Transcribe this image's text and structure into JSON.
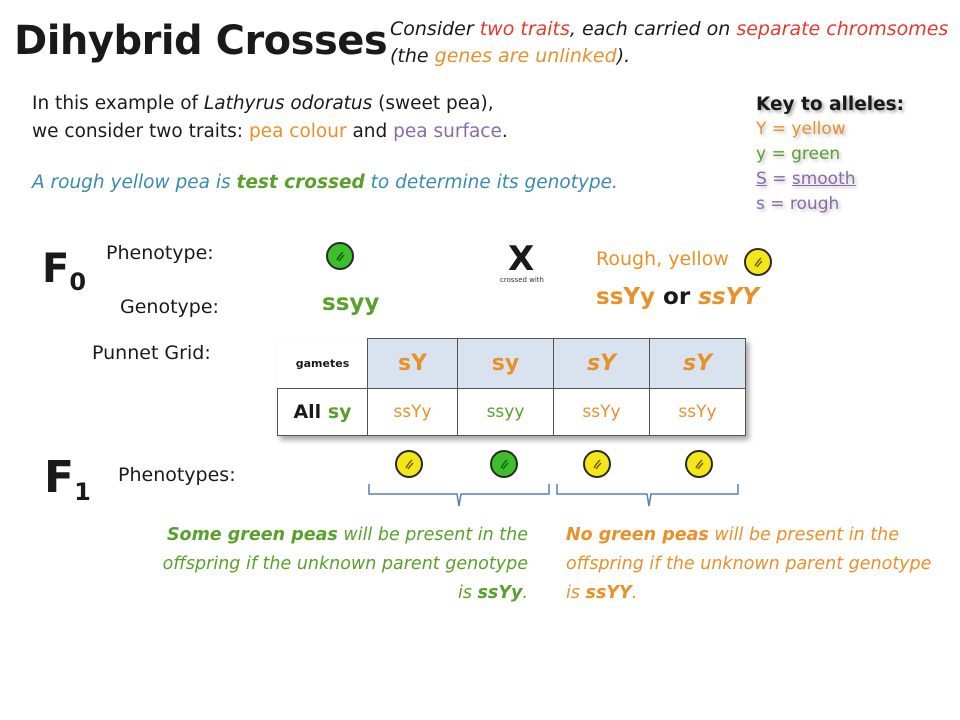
{
  "title": "Dihybrid Crosses",
  "top_note": {
    "p1": "Consider ",
    "p2": "two traits",
    "p3": ", each carried on ",
    "p4": "separate chromsomes",
    "p5": " (the ",
    "p6": "genes are unlinked",
    "p7": ")."
  },
  "intro": {
    "p1": "In this example of ",
    "p2": "Lathyrus odoratus",
    "p3": " (sweet pea),",
    "p4": "we consider two traits: ",
    "p5": "pea colour",
    "p6": " and ",
    "p7": "pea surface",
    "p8": "."
  },
  "test_line": {
    "p1": "A rough yellow pea is ",
    "p2": "test crossed",
    "p3": " to determine its genotype."
  },
  "key": {
    "header": "Key to alleles:",
    "y_upper": "Y = yellow",
    "y_lower": "y = green",
    "s_upper_a": "S",
    "s_upper_b": " = ",
    "s_upper_c": "smooth",
    "s_lower": "s = rough"
  },
  "f0": {
    "label": "F",
    "sub": "0",
    "phenotype_label": "Phenotype:",
    "genotype_label": "Genotype:",
    "genotype_known": "ssyy",
    "crossed_with": "crossed with",
    "unknown_pheno": "Rough, yellow",
    "geno_opt1": "ssYy",
    "geno_or": " or ",
    "geno_opt2": "ssYY"
  },
  "punnet": {
    "label": "Punnet Grid",
    "colon": ":",
    "gametes_label": "gametes",
    "col_headers": [
      "sY",
      "sy",
      "sY",
      "sY"
    ],
    "row_label_a": "All ",
    "row_label_b": "sy",
    "cells": [
      "ssYy",
      "ssyy",
      "ssYy",
      "ssYy"
    ]
  },
  "f1": {
    "label": "F",
    "sub": "1",
    "phenotypes_label": "Phenotypes:"
  },
  "explanation_left": {
    "p1": "Some green peas",
    "p2": " will be present in the offspring if the unknown parent genotype is ",
    "p3": "ssYy",
    "p4": "."
  },
  "explanation_right": {
    "p1": "No green peas",
    "p2": " will be present in the offspring if the unknown parent genotype is ",
    "p3": "ssYY",
    "p4": "."
  },
  "colors": {
    "orange": "#e8912a",
    "red": "#e23a2e",
    "green": "#5aa02c",
    "purple": "#8a6aa8",
    "teal": "#3a8cab",
    "grid_header": "#d9e3f0",
    "pea_yellow": "#f5e61a",
    "pea_green": "#3cbf2a"
  }
}
